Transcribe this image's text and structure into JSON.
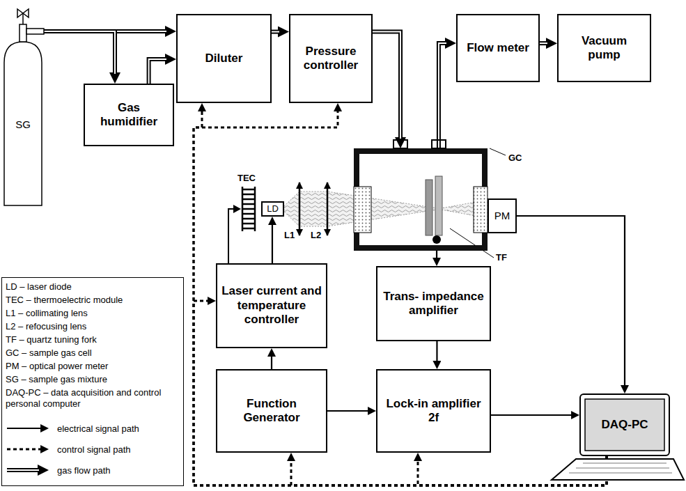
{
  "diagram": {
    "nodes": [
      {
        "text": [
          "SG"
        ]
      },
      {
        "text": [
          "Diluter"
        ]
      },
      {
        "text": [
          "Pressure controller"
        ]
      },
      {
        "text": [
          "Flow meter"
        ]
      },
      {
        "text": [
          "Vacuum pump"
        ]
      },
      {
        "text": [
          "Gas humidifier"
        ]
      },
      {
        "text": [
          "LD"
        ]
      },
      {
        "text": [
          "GC"
        ]
      },
      {
        "text": [
          "PM"
        ]
      },
      {
        "text": [
          "Laser current and temperature controller"
        ]
      },
      {
        "text": [
          "Trans- impedance amplifier"
        ]
      },
      {
        "text": [
          "Function Generator"
        ]
      },
      {
        "text": [
          "Lock-in amplifier 2f"
        ]
      },
      {
        "text": [
          "DAQ-PC"
        ]
      }
    ],
    "edges": [
      {
        "from": 0,
        "to": 1,
        "arrow": "to"
      },
      {
        "from": 0,
        "to": 5,
        "arrow": "to"
      },
      {
        "from": 5,
        "to": 1,
        "arrow": "to"
      },
      {
        "from": 1,
        "to": 2,
        "arrow": "to"
      },
      {
        "from": 2,
        "to": 7,
        "arrow": "to"
      },
      {
        "from": 7,
        "to": 3,
        "arrow": "to"
      },
      {
        "from": 3,
        "to": 4,
        "arrow": "to"
      },
      {
        "from": 9,
        "to": 6,
        "arrow": "to"
      },
      {
        "from": 7,
        "to": 10,
        "arrow": "to"
      },
      {
        "from": 10,
        "to": 12,
        "arrow": "to"
      },
      {
        "from": 11,
        "to": 9,
        "arrow": "to"
      },
      {
        "from": 11,
        "to": 12,
        "arrow": "to"
      },
      {
        "from": 12,
        "to": 13,
        "arrow": "to"
      },
      {
        "from": 8,
        "to": 13,
        "arrow": "to"
      },
      {
        "from": 13,
        "to": 1,
        "arrow": "to"
      },
      {
        "from": 13,
        "to": 2,
        "arrow": "to"
      },
      {
        "from": 13,
        "to": 9,
        "arrow": "to"
      },
      {
        "from": 13,
        "to": 11,
        "arrow": "to"
      },
      {
        "from": 13,
        "to": 12,
        "arrow": "to"
      }
    ],
    "labels": [
      "TEC",
      "L1",
      "L2",
      "TF",
      "LD – laser diode",
      "TEC – thermoelectric module",
      "L1 – collimating lens",
      "L2 – refocusing lens",
      "TF – quartz tuning fork",
      "GC – sample gas cell",
      "PM – optical power meter",
      "SG – sample gas mixture",
      "DAQ-PC – data acquisition and control personal computer"
    ],
    "legend": [
      {
        "text": "electrical signal path"
      },
      {
        "text": "control signal path"
      },
      {
        "text": "gas flow path"
      }
    ]
  }
}
